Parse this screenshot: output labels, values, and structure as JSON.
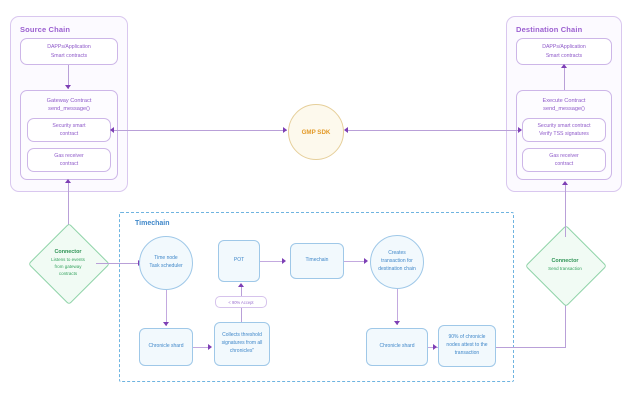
{
  "source_chain": {
    "title": "Source Chain",
    "dapps": "DAPPs/Application\nSmart contracts",
    "dapps_line1": "DAPPs/Application",
    "dapps_line2": "Smart contracts",
    "gateway_line1": "Gateway Contract",
    "gateway_line2": "send_message()",
    "security_line1": "Security smart",
    "security_line2": "contract",
    "gas_line1": "Gas receiver",
    "gas_line2": "contract"
  },
  "destination_chain": {
    "title": "Destination Chain",
    "dapps_line1": "DAPPs/Application",
    "dapps_line2": "Smart contracts",
    "execute_line1": "Execute Contract",
    "execute_line2": "send_message()",
    "security_line1": "Security smart contract",
    "security_line2": "Verify TSS signatures",
    "gas_line1": "Gas receiver",
    "gas_line2": "contract"
  },
  "gmp_sdk": {
    "label": "GMP SDK",
    "color": "#e39a28"
  },
  "connector_left": {
    "title": "Connector",
    "line1": "Listens to events",
    "line2": "from gateway",
    "line3": "contracts"
  },
  "connector_right": {
    "title": "Connector",
    "line1": "Send transaction"
  },
  "timechain": {
    "title": "Timechain",
    "time_node_line1": "Time node",
    "time_node_line2": "Task scheduler",
    "pot": "POT",
    "timechain_box": "Timechain",
    "creates_line1": "Creates",
    "creates_line2": "transaction for",
    "creates_line3": "destination chain",
    "chronicle_shard_left": "Chronicle shard",
    "chronicle_shard_right": "Chronicle shard",
    "collects_line1": "Collects threshold",
    "collects_line2": "signatures from all",
    "collects_line3": "chronicles\"",
    "accept_badge": "< 90% Accept",
    "attest_line1": "90% of chronicle",
    "attest_line2": "nodes attest to the",
    "attest_line3": "transaction"
  },
  "colors": {
    "purple": "#8e59c9",
    "purple_border": "#cdb6e8",
    "green": "#35a35f",
    "blue": "#3f87c9",
    "orange": "#e39a28",
    "arrow": "#7d3fb5"
  }
}
